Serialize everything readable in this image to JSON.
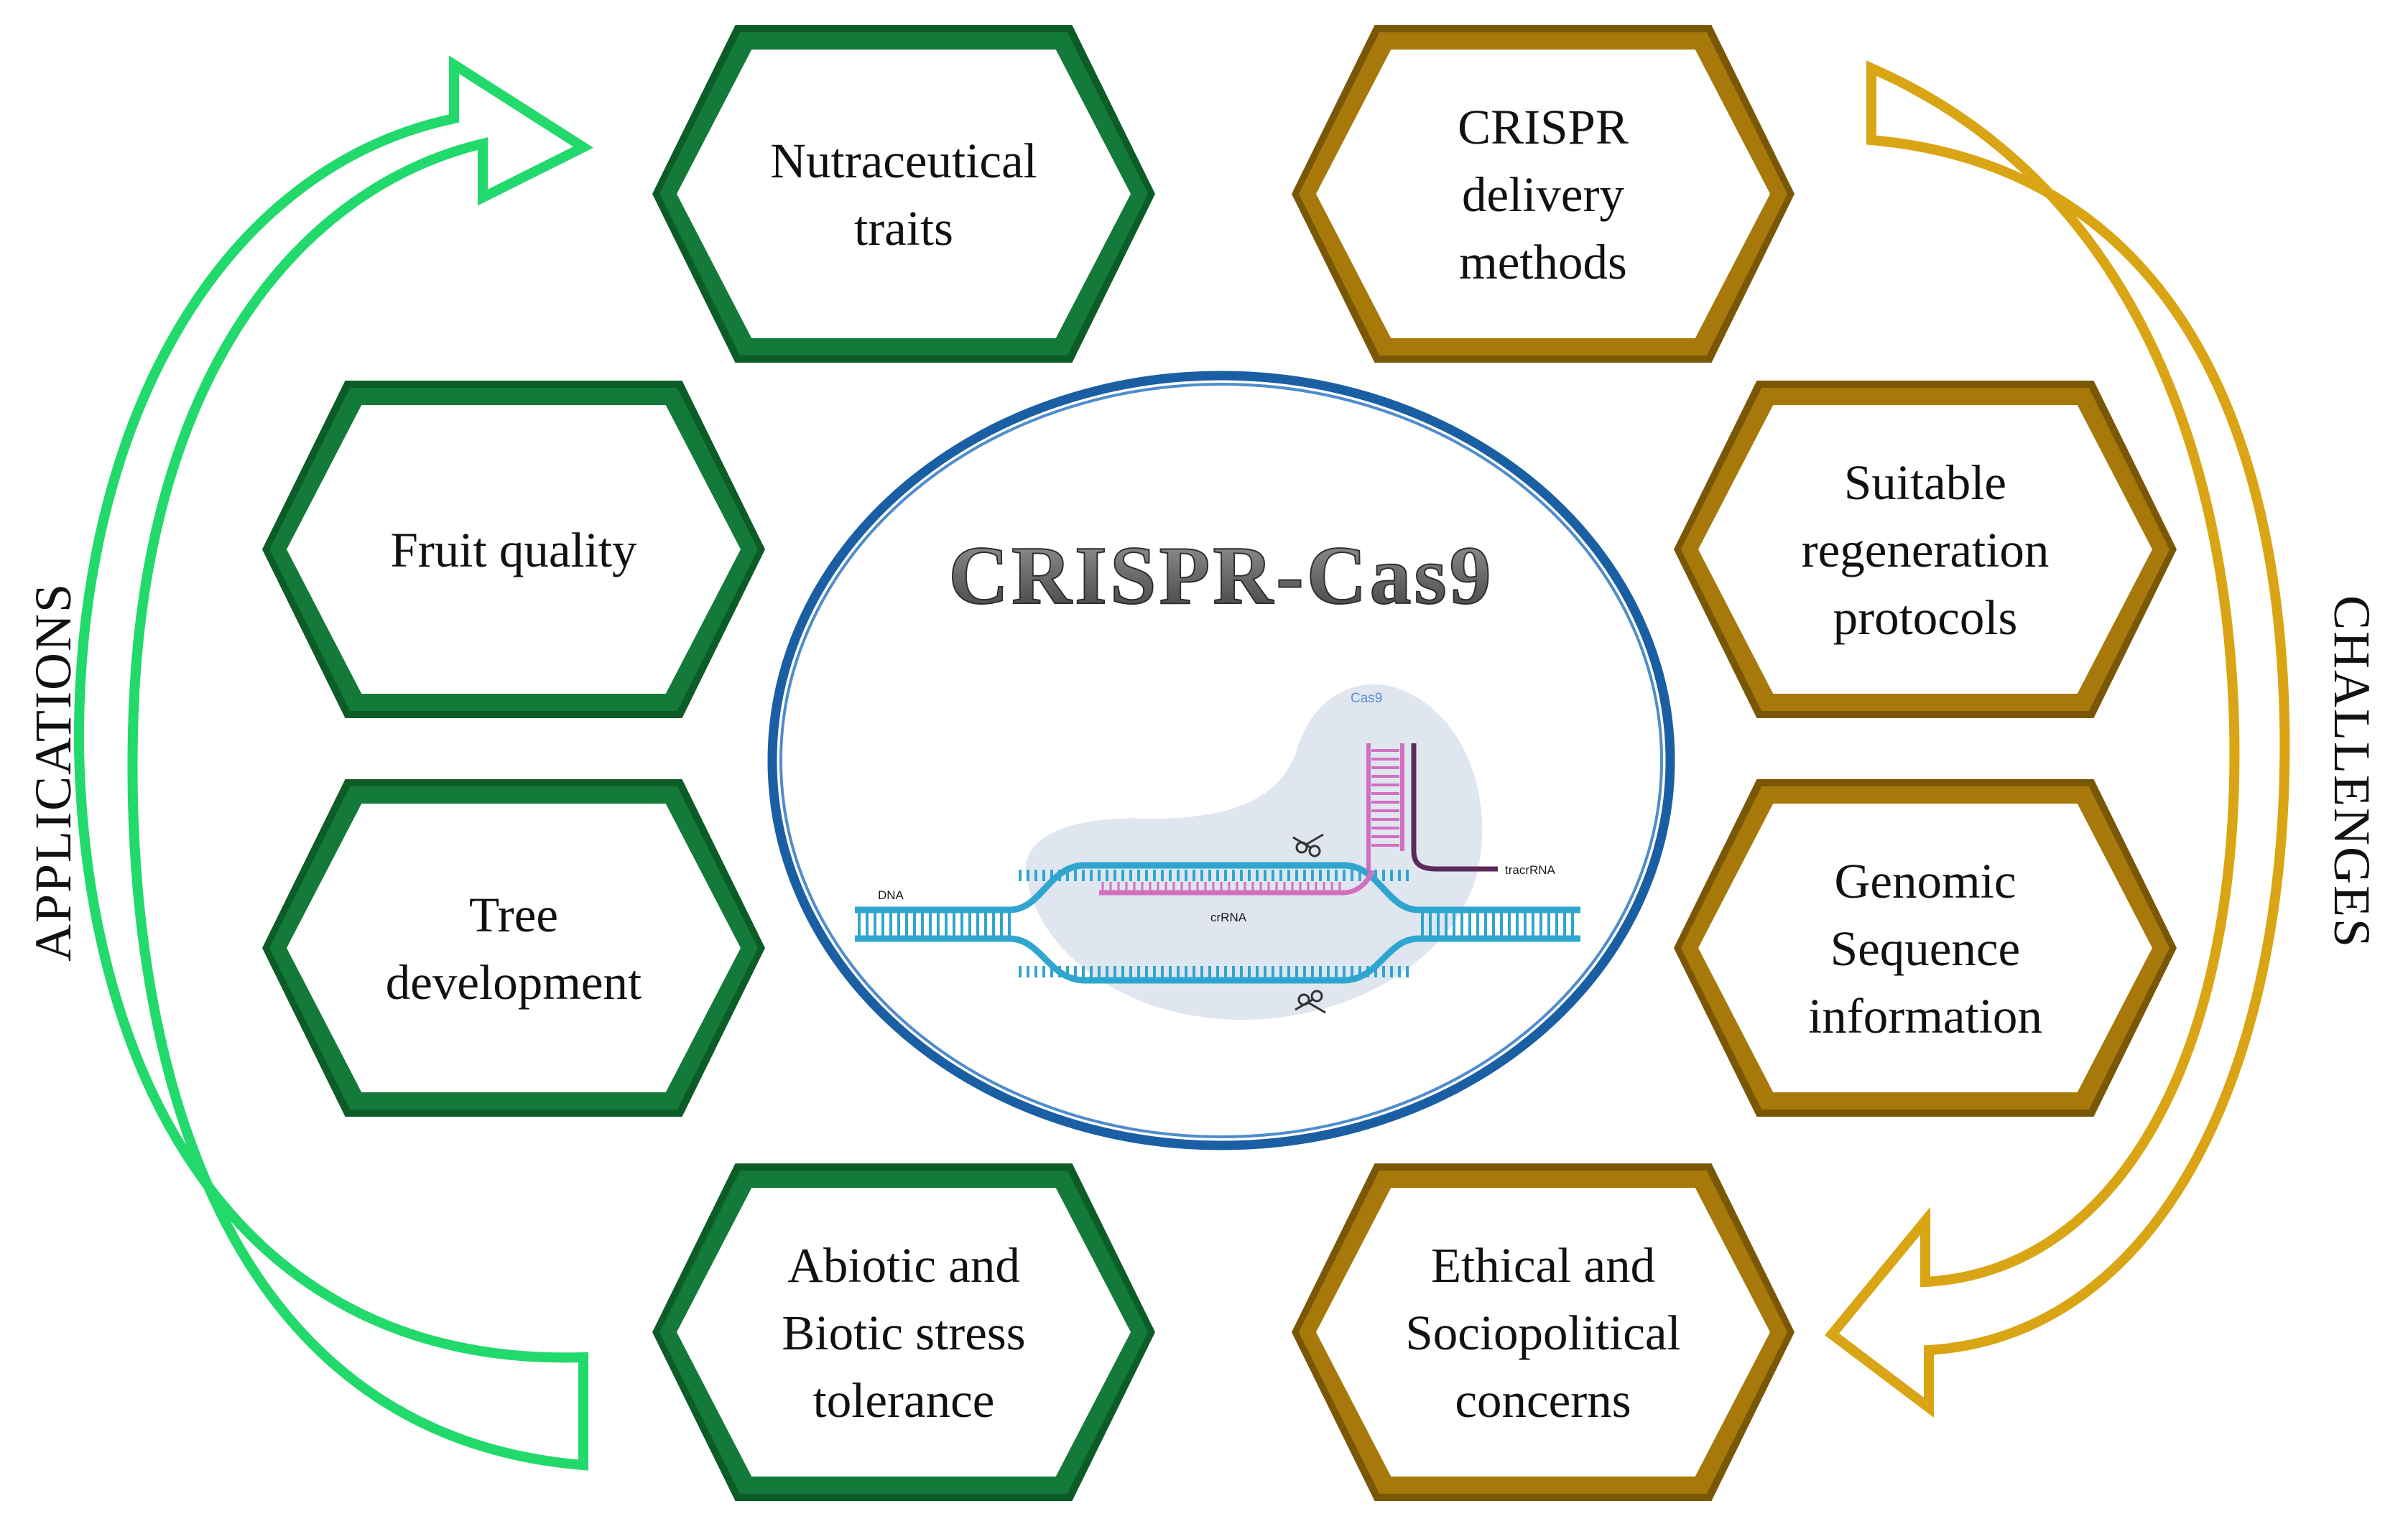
{
  "center": {
    "title": "CRISPR-Cas9"
  },
  "molecule_labels": {
    "dna": "DNA",
    "cas9": "Cas9",
    "crrna": "crRNA",
    "tracrrna": "tracrRNA"
  },
  "side_labels": {
    "left": "APPLICATIONS",
    "right": "CHALLENGES"
  },
  "applications": [
    {
      "lines": [
        "Nutraceutical",
        "traits"
      ]
    },
    {
      "lines": [
        "Fruit quality"
      ]
    },
    {
      "lines": [
        "Tree",
        "development"
      ]
    },
    {
      "lines": [
        "Abiotic and",
        "Biotic stress",
        "tolerance"
      ]
    }
  ],
  "challenges": [
    {
      "lines": [
        "CRISPR",
        "delivery",
        "methods"
      ]
    },
    {
      "lines": [
        "Suitable",
        "regeneration",
        "protocols"
      ]
    },
    {
      "lines": [
        "Genomic",
        "Sequence",
        "information"
      ]
    },
    {
      "lines": [
        "Ethical and",
        "Sociopolitical",
        "concerns"
      ]
    }
  ],
  "colors": {
    "application_border": "#137a3a",
    "application_shade": "#0c5c28",
    "application_arrow": "#22d96b",
    "challenge_border": "#a6790a",
    "challenge_shade": "#7a5704",
    "challenge_arrow": "#d9a514",
    "circle_border": "#1a5fa3",
    "dna": "#2fa6cf",
    "rna": "#d26fc0",
    "tracr": "#5a2a5a",
    "cas9_blob": "#dfe6f0"
  }
}
